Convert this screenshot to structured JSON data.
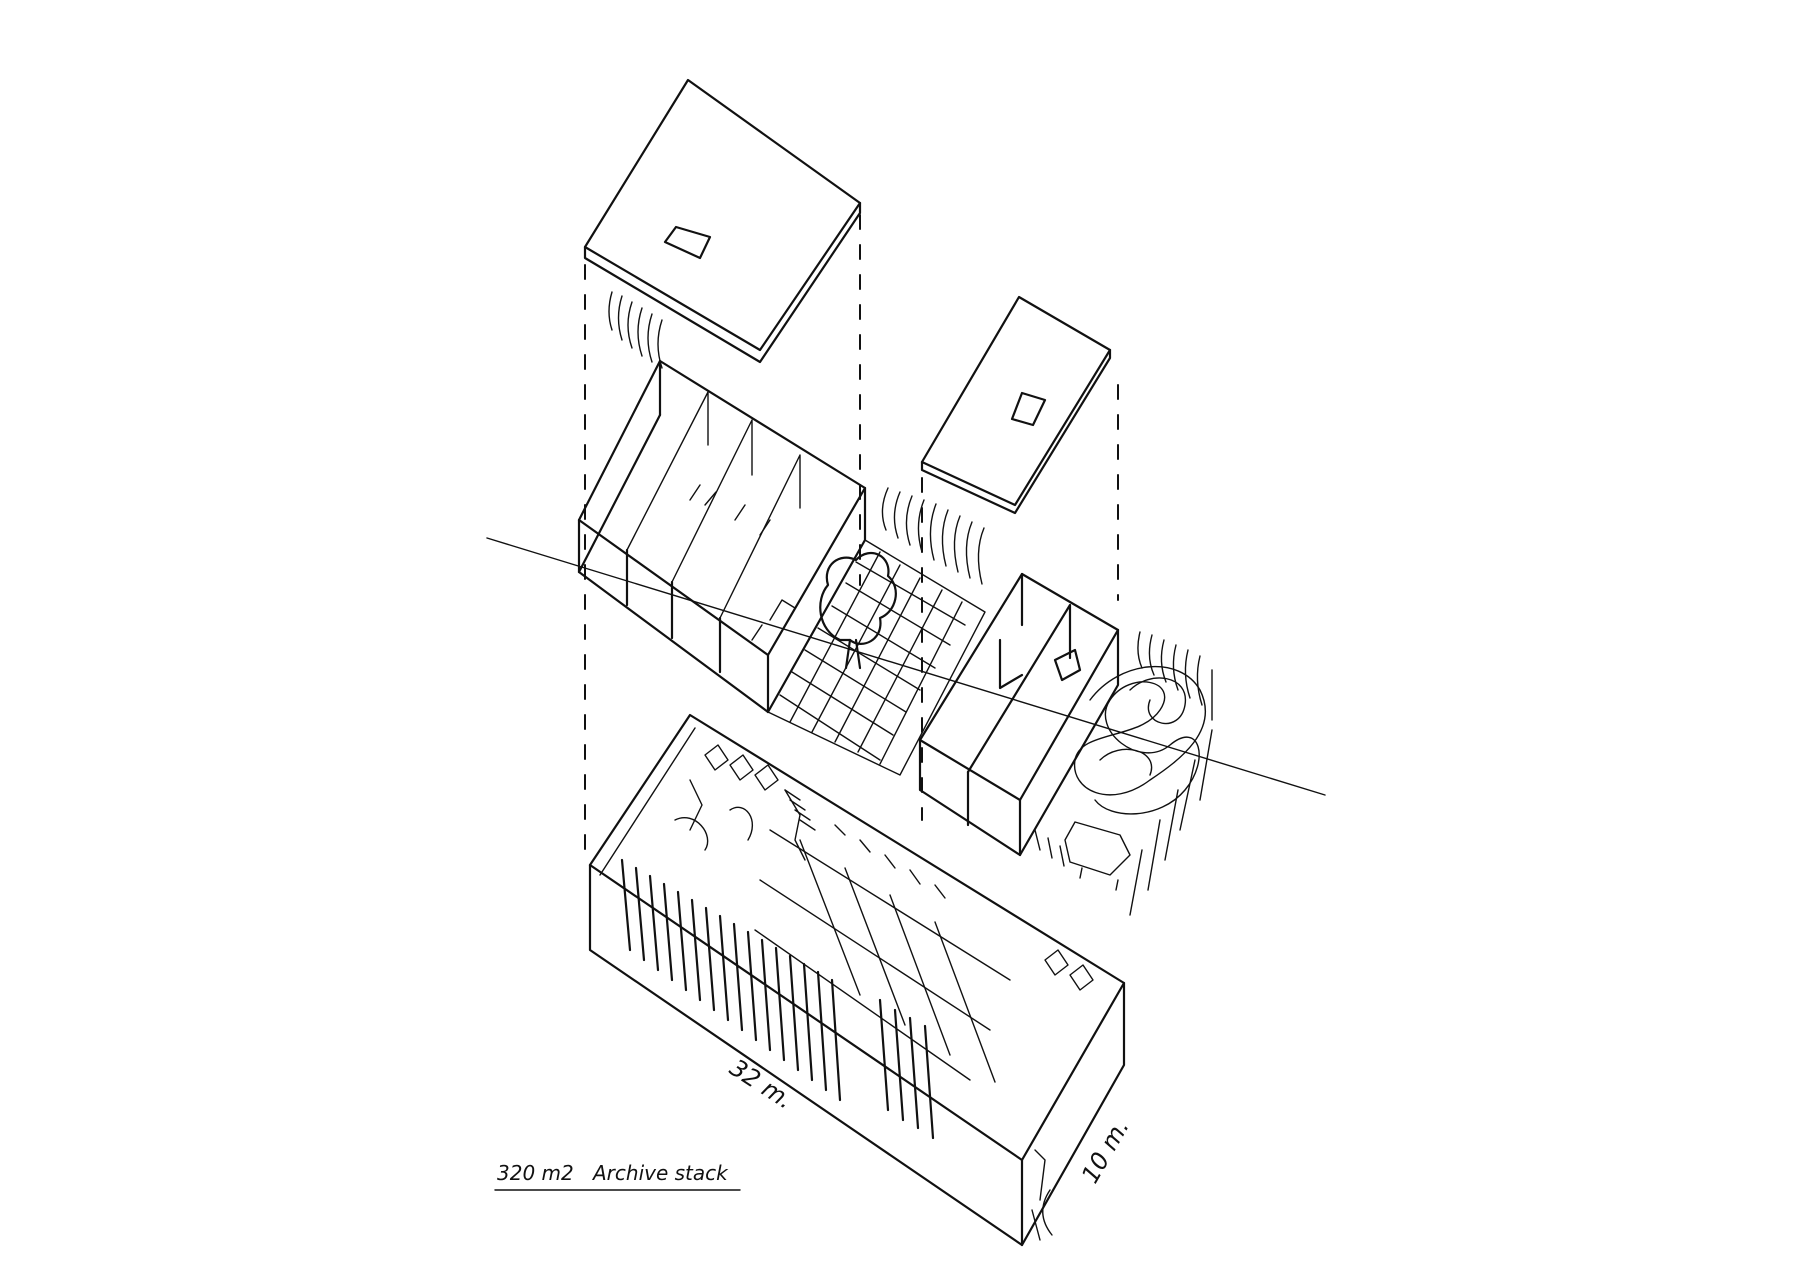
{
  "annotations": {
    "area_label": "320 m2",
    "title_label": "Archive stack",
    "length_dimension": "32 m.",
    "width_dimension": "10 m."
  },
  "colors": {
    "ink": "#111111",
    "paper": "#ffffff"
  }
}
